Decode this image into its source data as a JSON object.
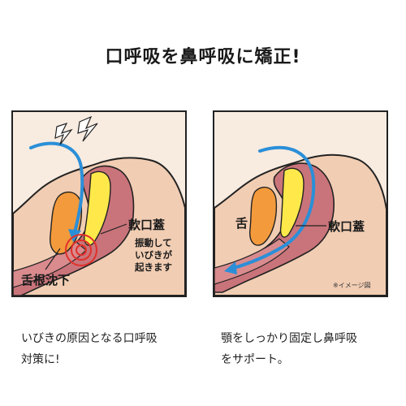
{
  "title": "口呼吸を鼻呼吸に矯正!",
  "left_panel": {
    "soft_palate_label": "軟口蓋",
    "snore_note_lines": [
      "振動して",
      "いびきが",
      "起きます"
    ],
    "tongue_label": "舌根沈下"
  },
  "right_panel": {
    "tongue_label": "舌",
    "soft_palate_label": "軟口蓋",
    "image_note": "※イメージ図"
  },
  "captions": {
    "left": [
      "いびきの原因となる口呼吸",
      "対策に!"
    ],
    "right": [
      "顎をしっかり固定し鼻呼吸",
      "をサポート。"
    ]
  },
  "colors": {
    "skin": "#f1cdb3",
    "tissue": "#c9747a",
    "tongue": "#f39a3c",
    "palate": "#ffe94a",
    "airflow": "#2b8fd8",
    "vibration": "#e1302a"
  }
}
